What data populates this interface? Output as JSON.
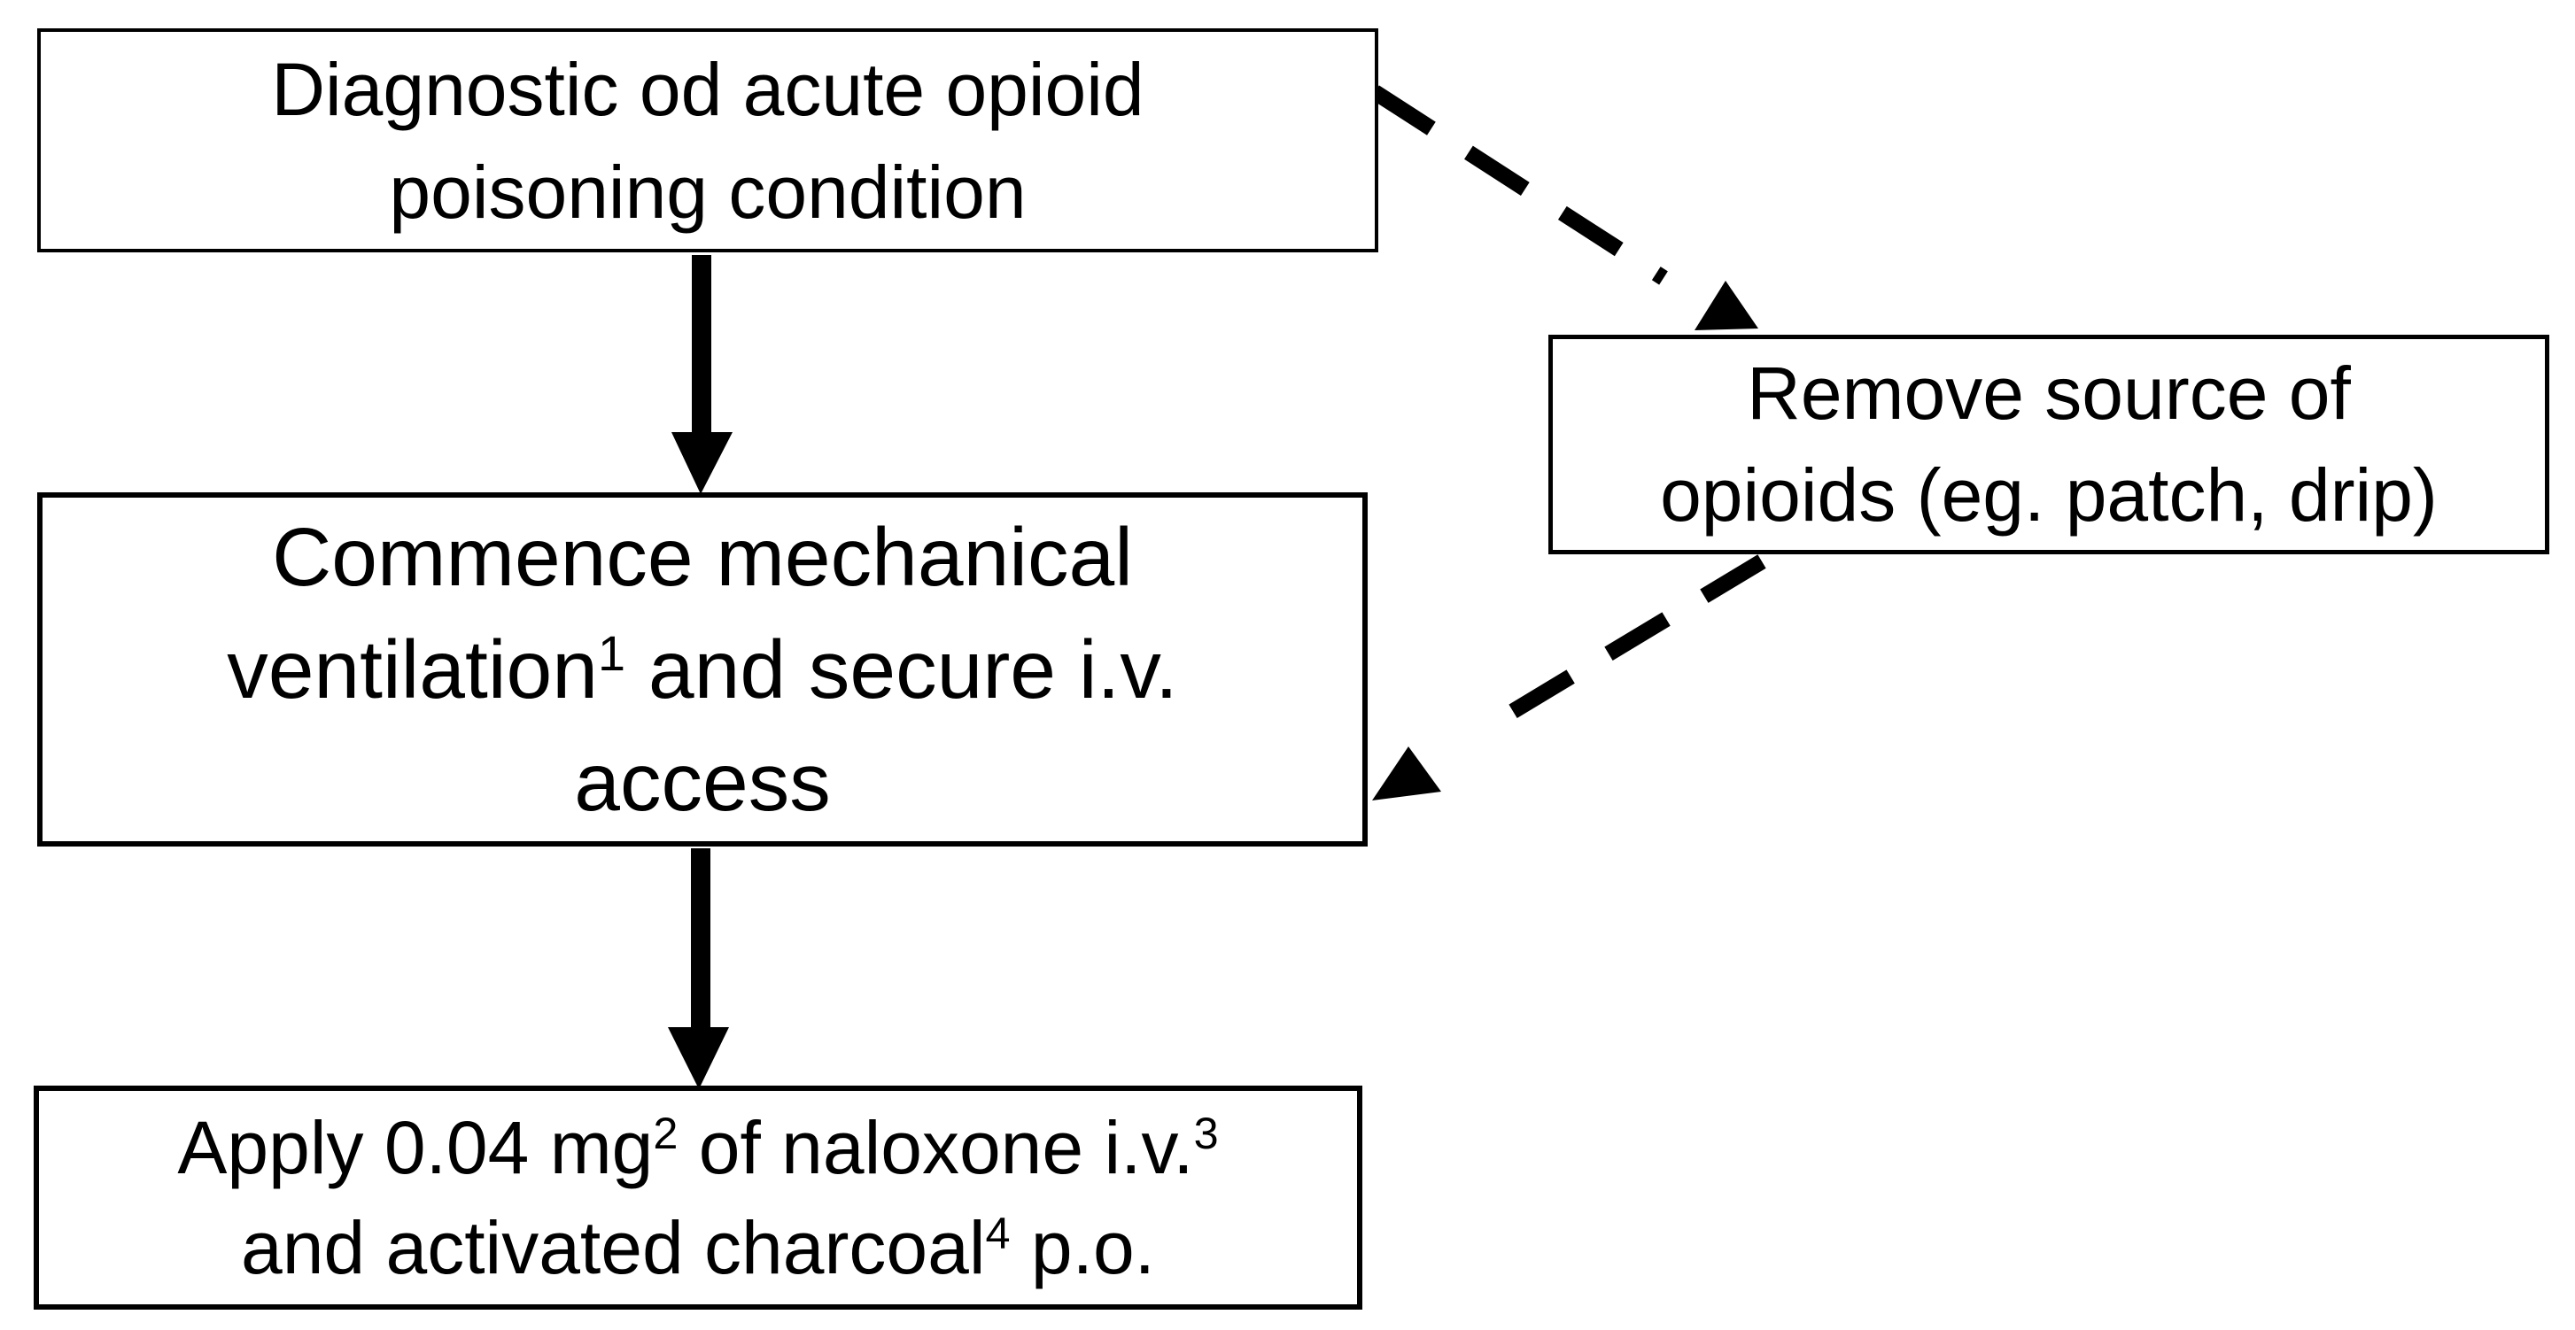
{
  "colors": {
    "ink": "#000000",
    "background": "#ffffff"
  },
  "nodes": {
    "diagnose": {
      "lines": [
        [
          {
            "t": "Diagnostic od acute opioid"
          }
        ],
        [
          {
            "t": "poisoning condition"
          }
        ]
      ]
    },
    "ventilate": {
      "lines": [
        [
          {
            "t": "Commence mechanical"
          }
        ],
        [
          {
            "t": "ventilation"
          },
          {
            "t": "1",
            "sup": true
          },
          {
            "t": " and secure i.v."
          }
        ],
        [
          {
            "t": "access"
          }
        ]
      ]
    },
    "remove": {
      "lines": [
        [
          {
            "t": "Remove source of"
          }
        ],
        [
          {
            "t": "opioids (eg. patch, drip)"
          }
        ]
      ]
    },
    "naloxone": {
      "lines": [
        [
          {
            "t": "Apply 0.04 mg"
          },
          {
            "t": "2",
            "sup": true
          },
          {
            "t": " of naloxone i.v."
          },
          {
            "t": "3",
            "sup": true
          }
        ],
        [
          {
            "t": "and activated charcoal"
          },
          {
            "t": "4",
            "sup": true
          },
          {
            "t": " p.o."
          }
        ]
      ]
    }
  },
  "connectors": [
    {
      "from": "diagnose",
      "to": "ventilate",
      "style": "solid-arrow",
      "direction": "down"
    },
    {
      "from": "ventilate",
      "to": "naloxone",
      "style": "solid-arrow",
      "direction": "down"
    },
    {
      "from": "diagnose",
      "to": "remove",
      "style": "dashed-arrow",
      "direction": "down-right"
    },
    {
      "from": "remove",
      "to": "ventilate",
      "style": "dashed-arrow",
      "direction": "down-left"
    }
  ]
}
